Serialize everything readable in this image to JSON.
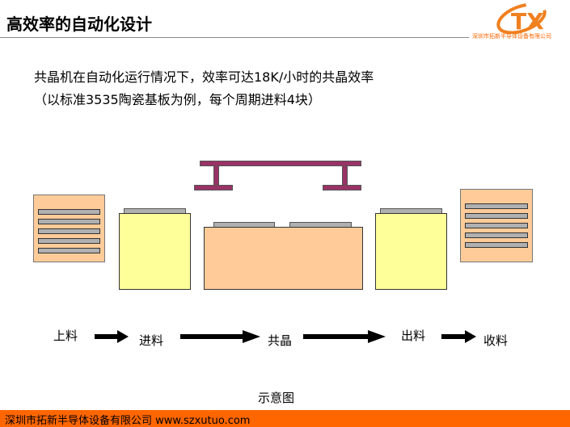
{
  "header": {
    "title": "高效率的自动化设计",
    "company": "深圳市拓新半导体设备有限公司"
  },
  "body": {
    "line1": "共晶机在自动化运行情况下，效率可达18K/小时的共晶效率",
    "line2": "（以标准3535陶瓷基板为例，每个周期进料4块）"
  },
  "flow": [
    "上料",
    "进料",
    "共晶",
    "出料",
    "收料"
  ],
  "caption": "示意图",
  "footer": {
    "text": "深圳市拓新半导体设备有限公司 www.szxutuo.com"
  },
  "colors": {
    "accent": "#FF6600",
    "tray": "#FFCC99",
    "feeder": "#FFFF99",
    "bridge": "#993366"
  }
}
